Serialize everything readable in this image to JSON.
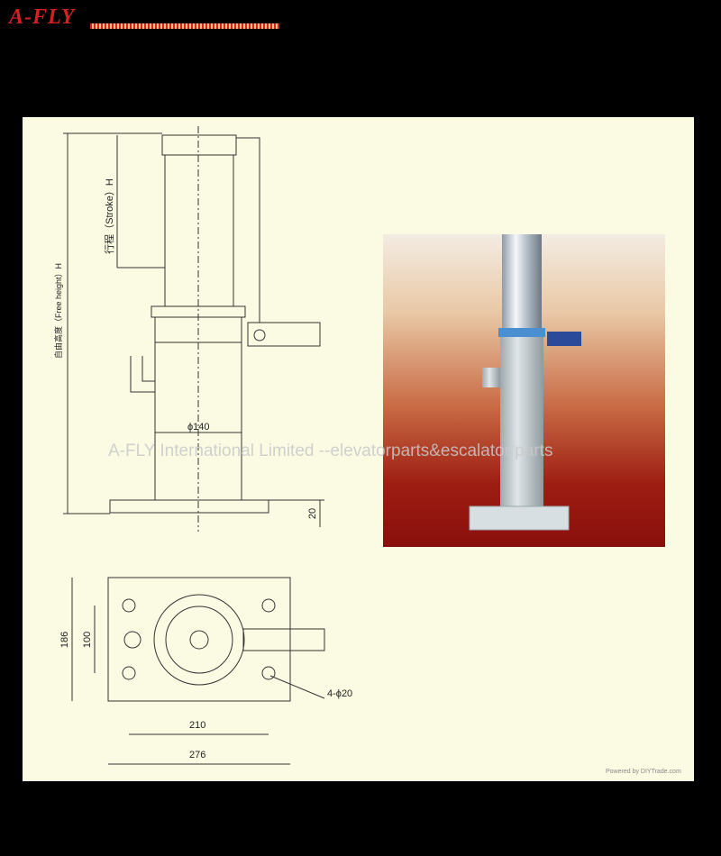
{
  "brand": {
    "logo_text": "A-FLY",
    "accent": "#d42020"
  },
  "drawing": {
    "stroke_label": "行程（Stroke）H",
    "free_height_label": "自由高度（Free height）H",
    "diameter_label": "ϕ140",
    "base_thickness": "20",
    "plan_height": "186",
    "plan_inner": "100",
    "holes_label": "4-ϕ20",
    "hole_spacing": "210",
    "base_width": "276"
  },
  "watermark": "A-FLY International Limited --elevatorparts&escalator parts",
  "credit": "Powered by DIYTrade.com",
  "colors": {
    "panel": "#fbfbe4",
    "photo_bottom": "#8a0f0c",
    "line": "#333333"
  }
}
